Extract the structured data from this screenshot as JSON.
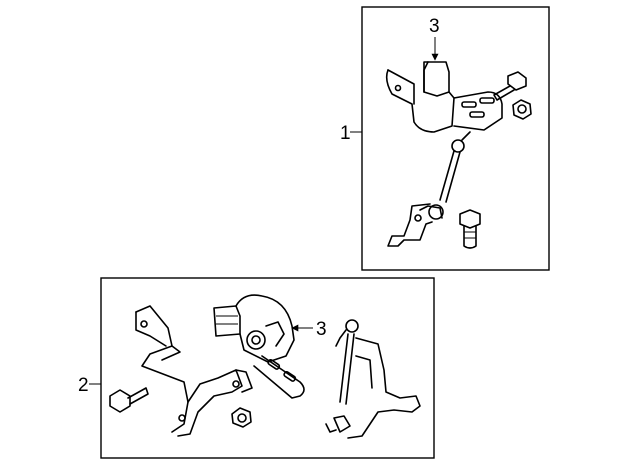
{
  "callouts": {
    "assembly_1": "1",
    "assembly_2": "2",
    "sensor_top": "3",
    "sensor_bottom": "3"
  }
}
